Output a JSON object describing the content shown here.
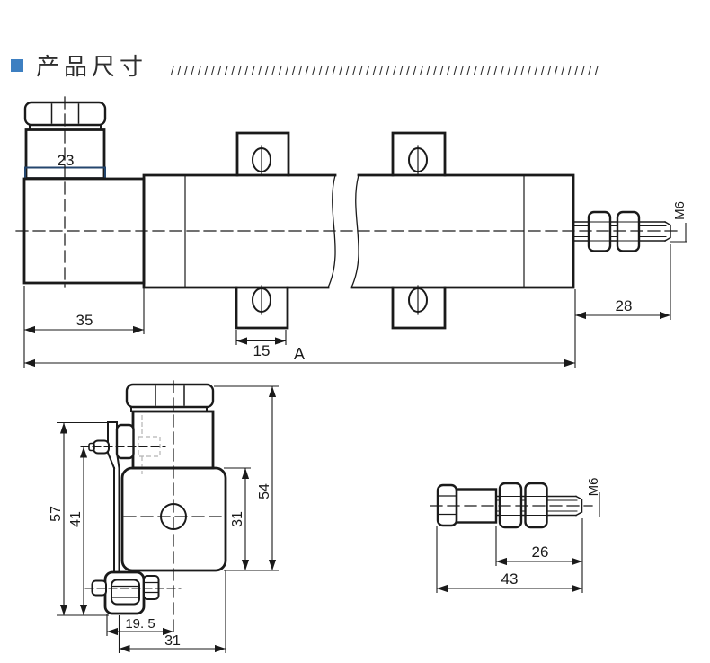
{
  "header": {
    "title": "产品尺寸",
    "slashes": "////////////////////////////////////////////////////////////////",
    "accent_color": "#3d7fc1"
  },
  "colors": {
    "line": "#1a1a1a",
    "dim_23_box": "#24466e",
    "hidden_line": "#b3b3b3"
  },
  "side_view": {
    "dim_23": "23",
    "dim_35": "35",
    "dim_15": "15",
    "dim_total": "A",
    "dim_28": "28",
    "thread_label": "M6"
  },
  "front_view": {
    "dim_57": "57",
    "dim_41": "41",
    "dim_54": "54",
    "dim_31_right": "31",
    "dim_19_5": "19. 5",
    "dim_31_bottom": "31"
  },
  "rod_detail": {
    "dim_26": "26",
    "dim_43": "43",
    "thread_label": "M6"
  }
}
